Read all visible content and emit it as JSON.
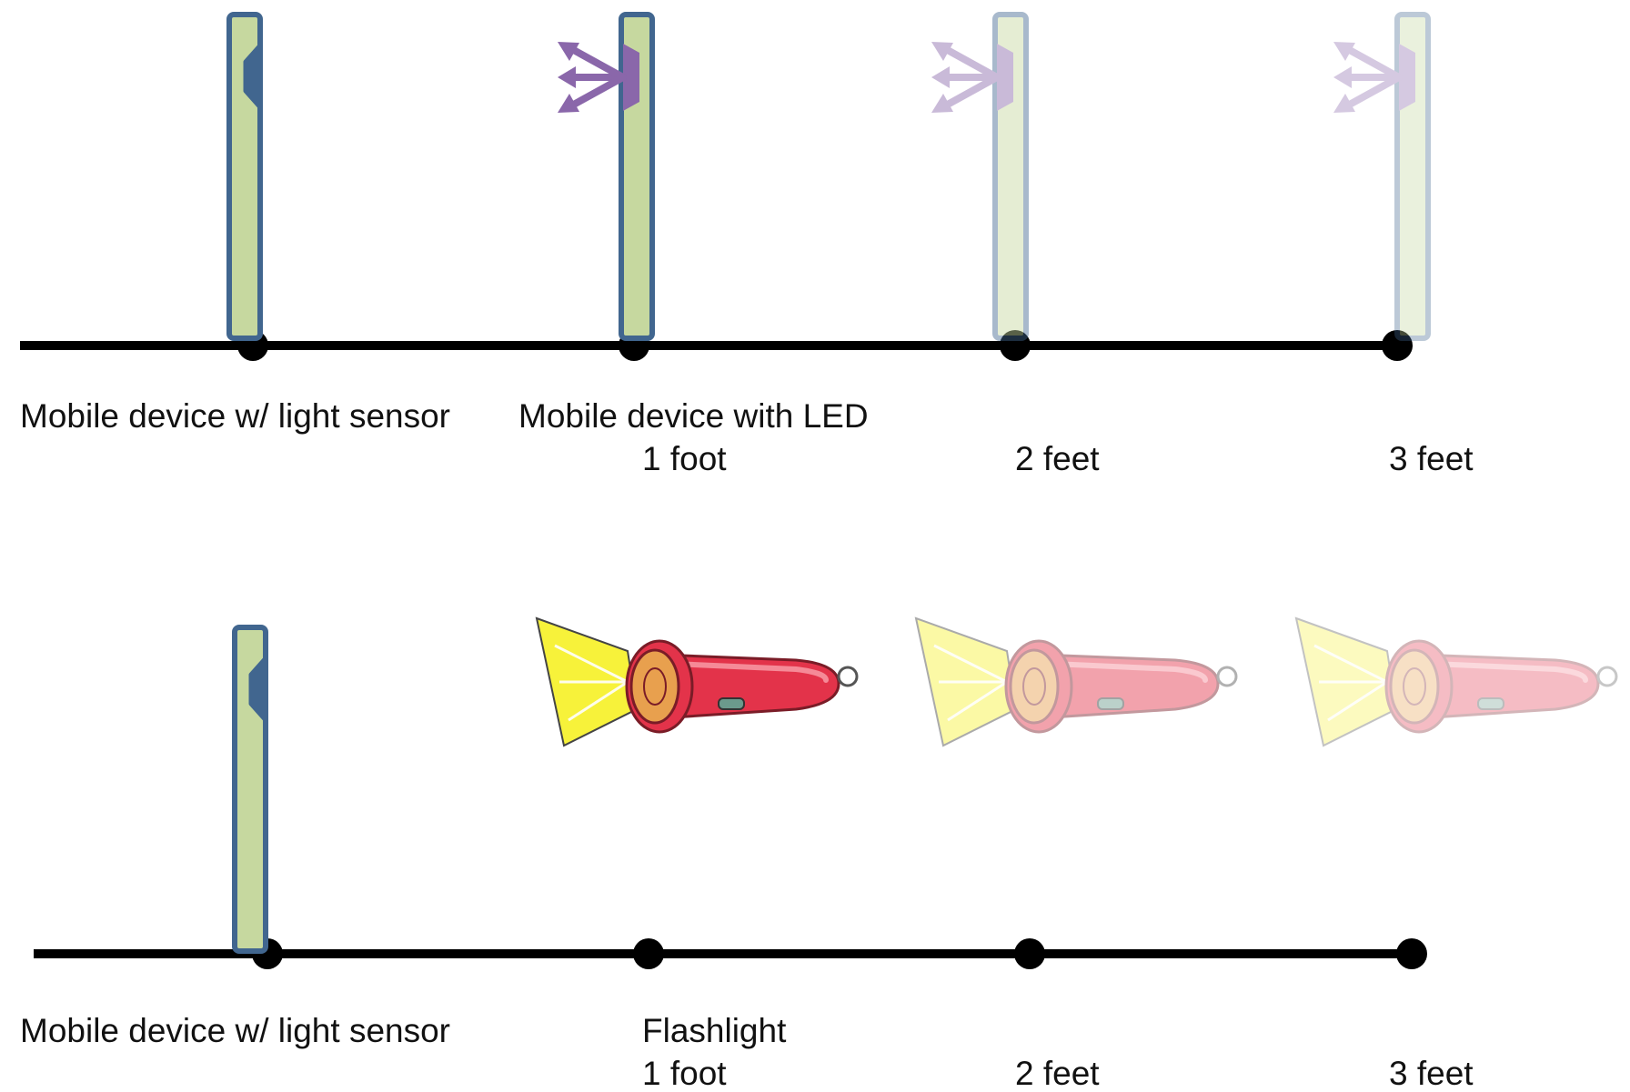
{
  "colors": {
    "device_fill": "#c6d89f",
    "device_border": "#41668f",
    "led_arrow": "#8a67aa",
    "line": "#000000",
    "flashlight_body": "#e3334a",
    "flashlight_beam": "#f7f23a"
  },
  "top_row": {
    "receiver_label": "Mobile device w/ light sensor",
    "emitter_label": "Mobile device with LED",
    "distances": [
      "1 foot",
      "2 feet",
      "3 feet"
    ]
  },
  "bottom_row": {
    "receiver_label": "Mobile device w/ light sensor",
    "emitter_label": "Flashlight",
    "distances": [
      "1 foot",
      "2 feet",
      "3 feet"
    ]
  }
}
